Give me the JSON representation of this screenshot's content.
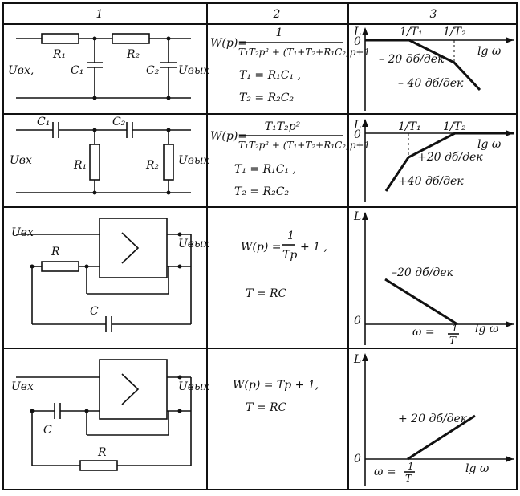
{
  "headers": [
    "1",
    "2",
    "3"
  ],
  "rows": [
    {
      "circuit": {
        "r1": "R₁",
        "r2": "R₂",
        "c1": "C₁",
        "c2": "C₂",
        "uin": "Uвх,",
        "uout": "Uвых"
      },
      "formula": {
        "w": "W(p)=",
        "num": "1",
        "den": "T₁T₂p² + (T₁+T₂+R₁C₂)p+1",
        "t1": "T₁ = R₁C₁ ,",
        "t2": "T₂ = R₂C₂"
      },
      "bode": {
        "y_label": "L",
        "zero": "0",
        "x_label": "lg ω",
        "t1": "1/T₁",
        "t2": "1/T₂",
        "slope1": "– 20 дб/дек",
        "slope2": "– 40 дб/дек"
      }
    },
    {
      "circuit": {
        "c1": "C₁",
        "c2": "C₂",
        "r1": "R₁",
        "r2": "R₂",
        "uin": "Uвх",
        "uout": "Uвых"
      },
      "formula": {
        "w": "W(p)=",
        "num": "T₁T₂p²",
        "den": "T₁T₂p² + (T₁+T₂+R₁C₂)p+1",
        "t1": "T₁ = R₁C₁ ,",
        "t2": "T₂ = R₂C₂"
      },
      "bode": {
        "y_label": "L",
        "zero": "0",
        "x_label": "lg ω",
        "t1": "1/T₁",
        "t2": "1/T₂",
        "slope1": "+20 дб/дек",
        "slope2": "+40 дб/дек"
      }
    },
    {
      "circuit": {
        "uin": "Uвх",
        "r": "R",
        "c": "C",
        "uout": "Uвых"
      },
      "formula": {
        "w": "W(p) =",
        "num": "1",
        "den": "Tp",
        "suffix": "+ 1 ,",
        "t": "T = RC"
      },
      "bode": {
        "y_label": "L",
        "zero": "0",
        "x_label": "lg ω",
        "slope": "–20 дб/дек",
        "omega": "ω =",
        "frac_num": "1",
        "frac_den": "T"
      }
    },
    {
      "circuit": {
        "uin": "Uвх",
        "c": "C",
        "r": "R",
        "uout": "Uвых"
      },
      "formula": {
        "w": "W(p) = Tp + 1,",
        "t": "T = RC"
      },
      "bode": {
        "y_label": "L",
        "zero": "0",
        "x_label": "lg ω",
        "slope": "+ 20 дб/дек",
        "omega": "ω =",
        "frac_num": "1",
        "frac_den": "T"
      }
    }
  ]
}
